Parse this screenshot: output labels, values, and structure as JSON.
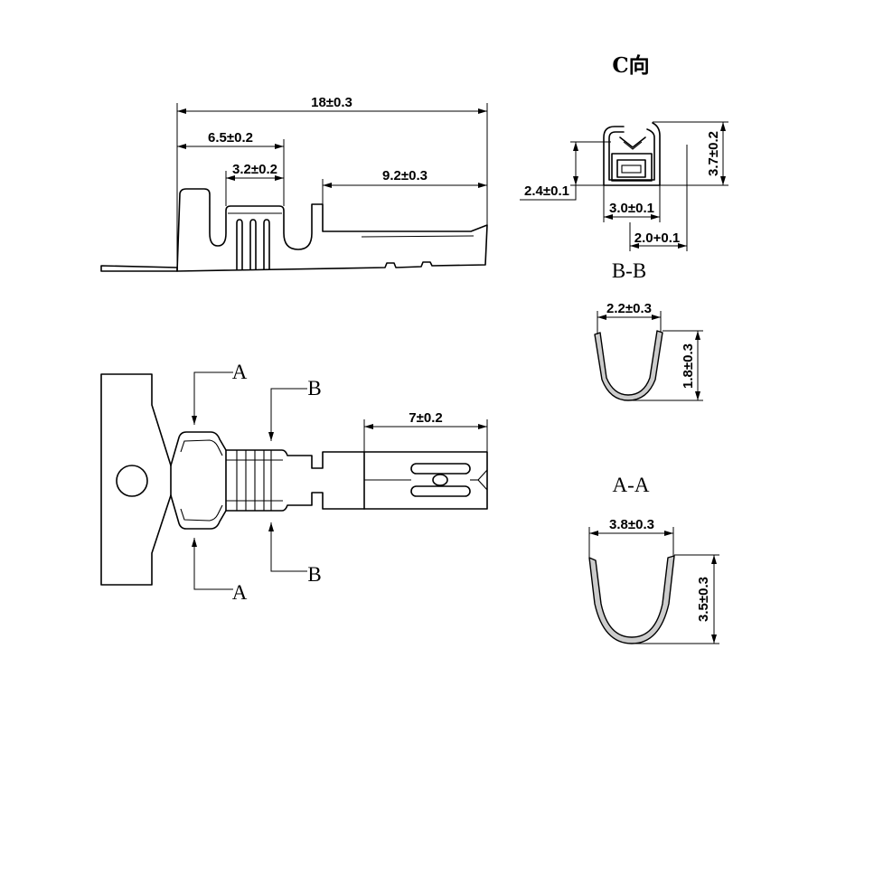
{
  "side_view": {
    "dim_overall": "18±0.3",
    "dim_crimp_length": "6.5±0.2",
    "dim_slot_zone": "3.2±0.2",
    "dim_contact_length": "9.2±0.3"
  },
  "plan_view": {
    "dim_box_length": "7±0.2",
    "cut_a_top": "A",
    "cut_a_bottom": "A",
    "cut_b_top": "B",
    "cut_b_bottom": "B"
  },
  "view_c": {
    "title": "C向",
    "dim_total_height": "3.7±0.2",
    "dim_box_height": "2.4±0.1",
    "dim_width": "3.0±0.1",
    "dim_offset": "2.0+0.1"
  },
  "section_bb": {
    "title": "B-B",
    "dim_width": "2.2±0.3",
    "dim_height": "1.8±0.3"
  },
  "section_aa": {
    "title": "A-A",
    "dim_width": "3.8±0.3",
    "dim_height": "3.5±0.3"
  },
  "colors": {
    "line": "#000000",
    "hatch": "#cccccc",
    "background": "#ffffff"
  }
}
